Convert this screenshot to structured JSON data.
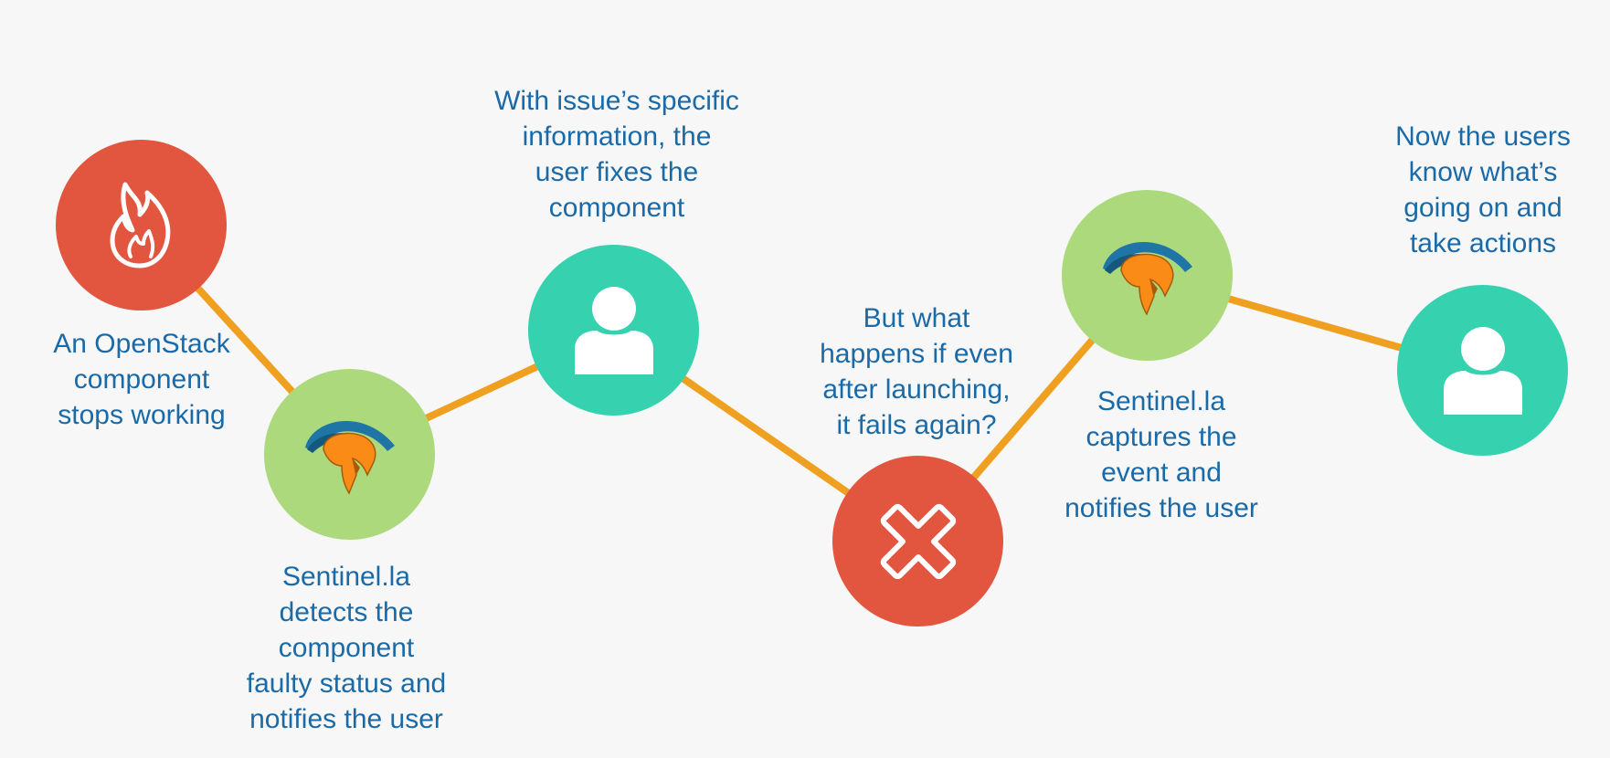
{
  "colors": {
    "background": "#f7f7f7",
    "connector": "#f0a020",
    "text": "#1a6aa8",
    "red": "#e2553f",
    "teal": "#36d2af",
    "green": "#acd97c",
    "helmet_blue": "#1f76a6",
    "helmet_orange": "#fb8b17"
  },
  "steps": [
    {
      "id": "component-stops",
      "icon": "fire-icon",
      "color": "red",
      "caption": "An OpenStack\ncomponent\nstops working"
    },
    {
      "id": "sentinel-detects",
      "icon": "spartan-helmet-icon",
      "color": "green",
      "caption": "Sentinel.la\ndetects the\ncomponent\nfaulty status and\nnotifies the user"
    },
    {
      "id": "user-fixes",
      "icon": "user-icon",
      "color": "teal",
      "caption": "With issue’s specific\ninformation, the\nuser fixes the\ncomponent"
    },
    {
      "id": "fails-again",
      "icon": "close-x-icon",
      "color": "red",
      "caption": "But what\nhappens if even\nafter launching,\nit fails again?"
    },
    {
      "id": "sentinel-captures",
      "icon": "spartan-helmet-icon",
      "color": "green",
      "caption": "Sentinel.la\ncaptures the\nevent and\nnotifies the user"
    },
    {
      "id": "users-take-action",
      "icon": "user-icon",
      "color": "teal",
      "caption": "Now the users\nknow what’s\ngoing on and\ntake actions"
    }
  ]
}
